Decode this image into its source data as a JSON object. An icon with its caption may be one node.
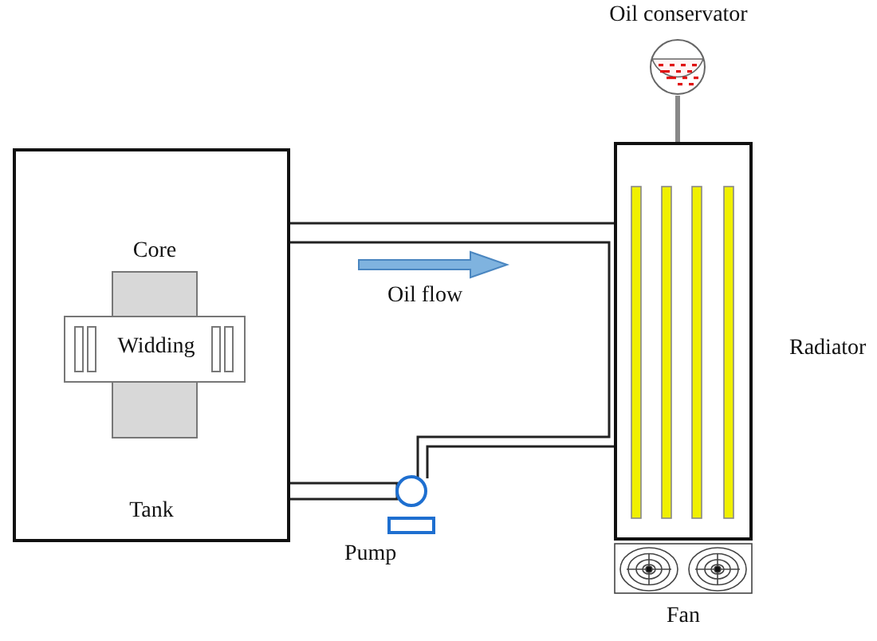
{
  "diagram": {
    "nodes": [
      {
        "text": [
          "Tank"
        ]
      },
      {
        "text": [
          "Core"
        ],
        "in": 0
      },
      {
        "text": [
          "Widding"
        ],
        "in": 0
      },
      {
        "text": [
          "Pump"
        ]
      },
      {
        "text": [
          "Radiator"
        ]
      },
      {
        "text": [
          "Oil conservator"
        ]
      },
      {
        "text": [
          "Fan"
        ]
      }
    ],
    "edges": [
      {
        "from": 5,
        "to": 4,
        "arrow": "none",
        "style": "thick",
        "color": "#888888"
      },
      {
        "from": 0,
        "to": 4,
        "arrow": "none"
      },
      {
        "from": 0,
        "to": 3,
        "arrow": "none"
      },
      {
        "from": 3,
        "to": 4,
        "arrow": "none"
      }
    ],
    "labels": [
      "Oil flow"
    ]
  }
}
